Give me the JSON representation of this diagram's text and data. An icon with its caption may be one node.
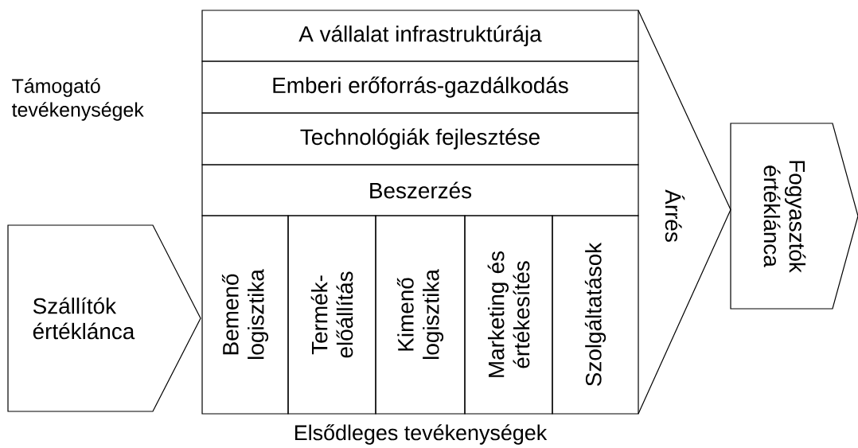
{
  "diagram": {
    "nodes": [
      {
        "text": [
          "Szállítók értéklánca"
        ]
      },
      {
        "text": [
          "A vállalat infrastruktúrája"
        ]
      },
      {
        "text": [
          "Emberi erőforrás-gazdálkodás"
        ]
      },
      {
        "text": [
          "Technológiák fejlesztése"
        ]
      },
      {
        "text": [
          "Beszerzés"
        ]
      },
      {
        "text": [
          "Bemenő logisztika"
        ]
      },
      {
        "text": [
          "Termék- előállítás"
        ]
      },
      {
        "text": [
          "Kimenő logisztika"
        ]
      },
      {
        "text": [
          "Marketing és értékesítés"
        ]
      },
      {
        "text": [
          "Szolgáltatások"
        ]
      },
      {
        "text": [
          "Árrés"
        ]
      },
      {
        "text": [
          "Fogyasztók értéklánca"
        ]
      }
    ],
    "labels": [
      "Támogató tevékenységek",
      "Elsődleges tevékenységek"
    ]
  }
}
